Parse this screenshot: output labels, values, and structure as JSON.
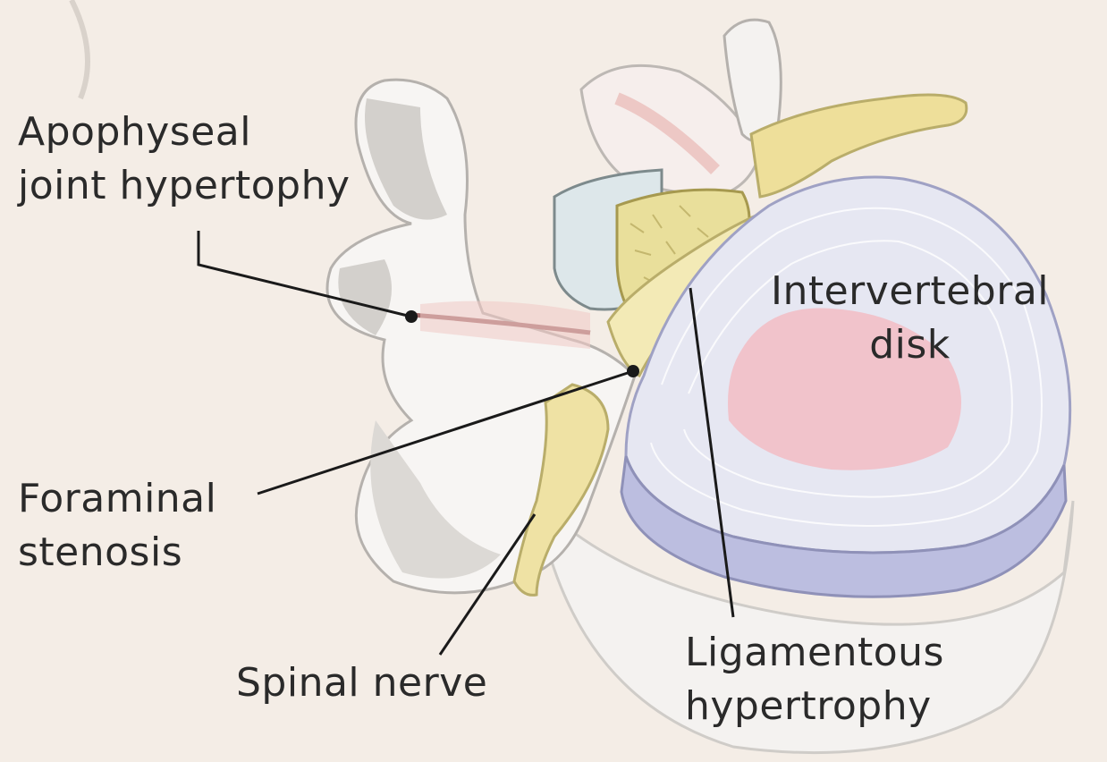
{
  "labels": {
    "apophyseal": {
      "line1": "Apophyseal",
      "line2": "joint hypertophy"
    },
    "disk": {
      "line1": "Intervertebral",
      "line2": "disk"
    },
    "foraminal": {
      "line1": "Foraminal",
      "line2": "stenosis"
    },
    "spinal_nerve": {
      "line1": "Spinal nerve"
    },
    "ligamentous": {
      "line1": "Ligamentous",
      "line2": "hypertrophy"
    }
  },
  "colors": {
    "background": "#f4ede6",
    "bone": "#f7f5f3",
    "bone_shadow": "#c9c6c2",
    "disk": "#e6e7f2",
    "disk_rim": "#b8b9d6",
    "nucleus": "#f2bcc4",
    "nerve": "#eedf9a",
    "ligament": "#d8cc86",
    "leader_line": "#1a1a1a"
  }
}
